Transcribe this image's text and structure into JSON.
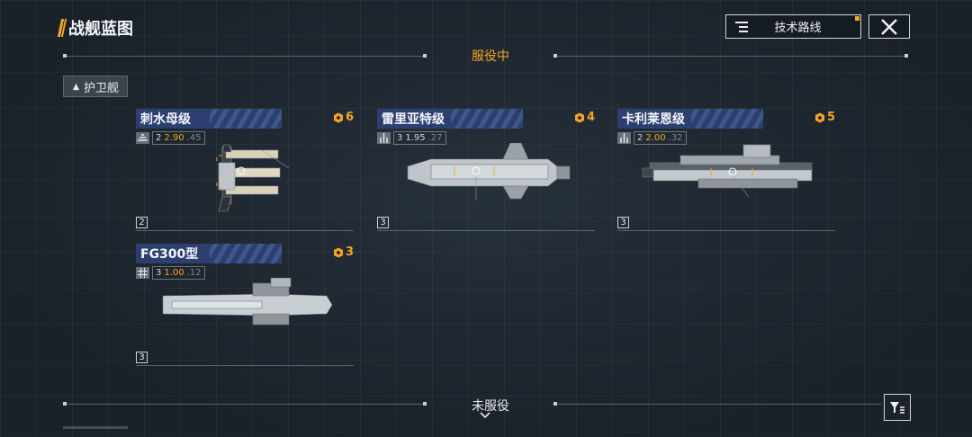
{
  "header": {
    "title": "战舰蓝图",
    "tech_route_label": "技术路线"
  },
  "sections": {
    "in_service": "服役中",
    "out_of_service": "未服役"
  },
  "filter_tag": {
    "label": "护卫舰"
  },
  "ships": [
    {
      "name": "刺水母级",
      "count": "6",
      "stat_count": "2",
      "stat_a": "2.90",
      "stat_b": ".45",
      "tier": "2",
      "icon": "carrier-type-icon"
    },
    {
      "name": "雷里亚特级",
      "count": "4",
      "stat_count": "3",
      "stat_a": "1.95",
      "stat_b": ".27",
      "tier": "3",
      "icon": "frigate-type-icon"
    },
    {
      "name": "卡利莱恩级",
      "count": "5",
      "stat_count": "2",
      "stat_a": "2.00",
      "stat_b": ".32",
      "tier": "3",
      "icon": "frigate-type-icon"
    },
    {
      "name": "FG300型",
      "count": "3",
      "stat_count": "3",
      "stat_a": "1.00",
      "stat_b": ".12",
      "tier": "3",
      "icon": "grid-type-icon"
    }
  ],
  "colors": {
    "accent": "#f5a623",
    "name_bar": "#2d3f70",
    "background": "#1b222b"
  }
}
